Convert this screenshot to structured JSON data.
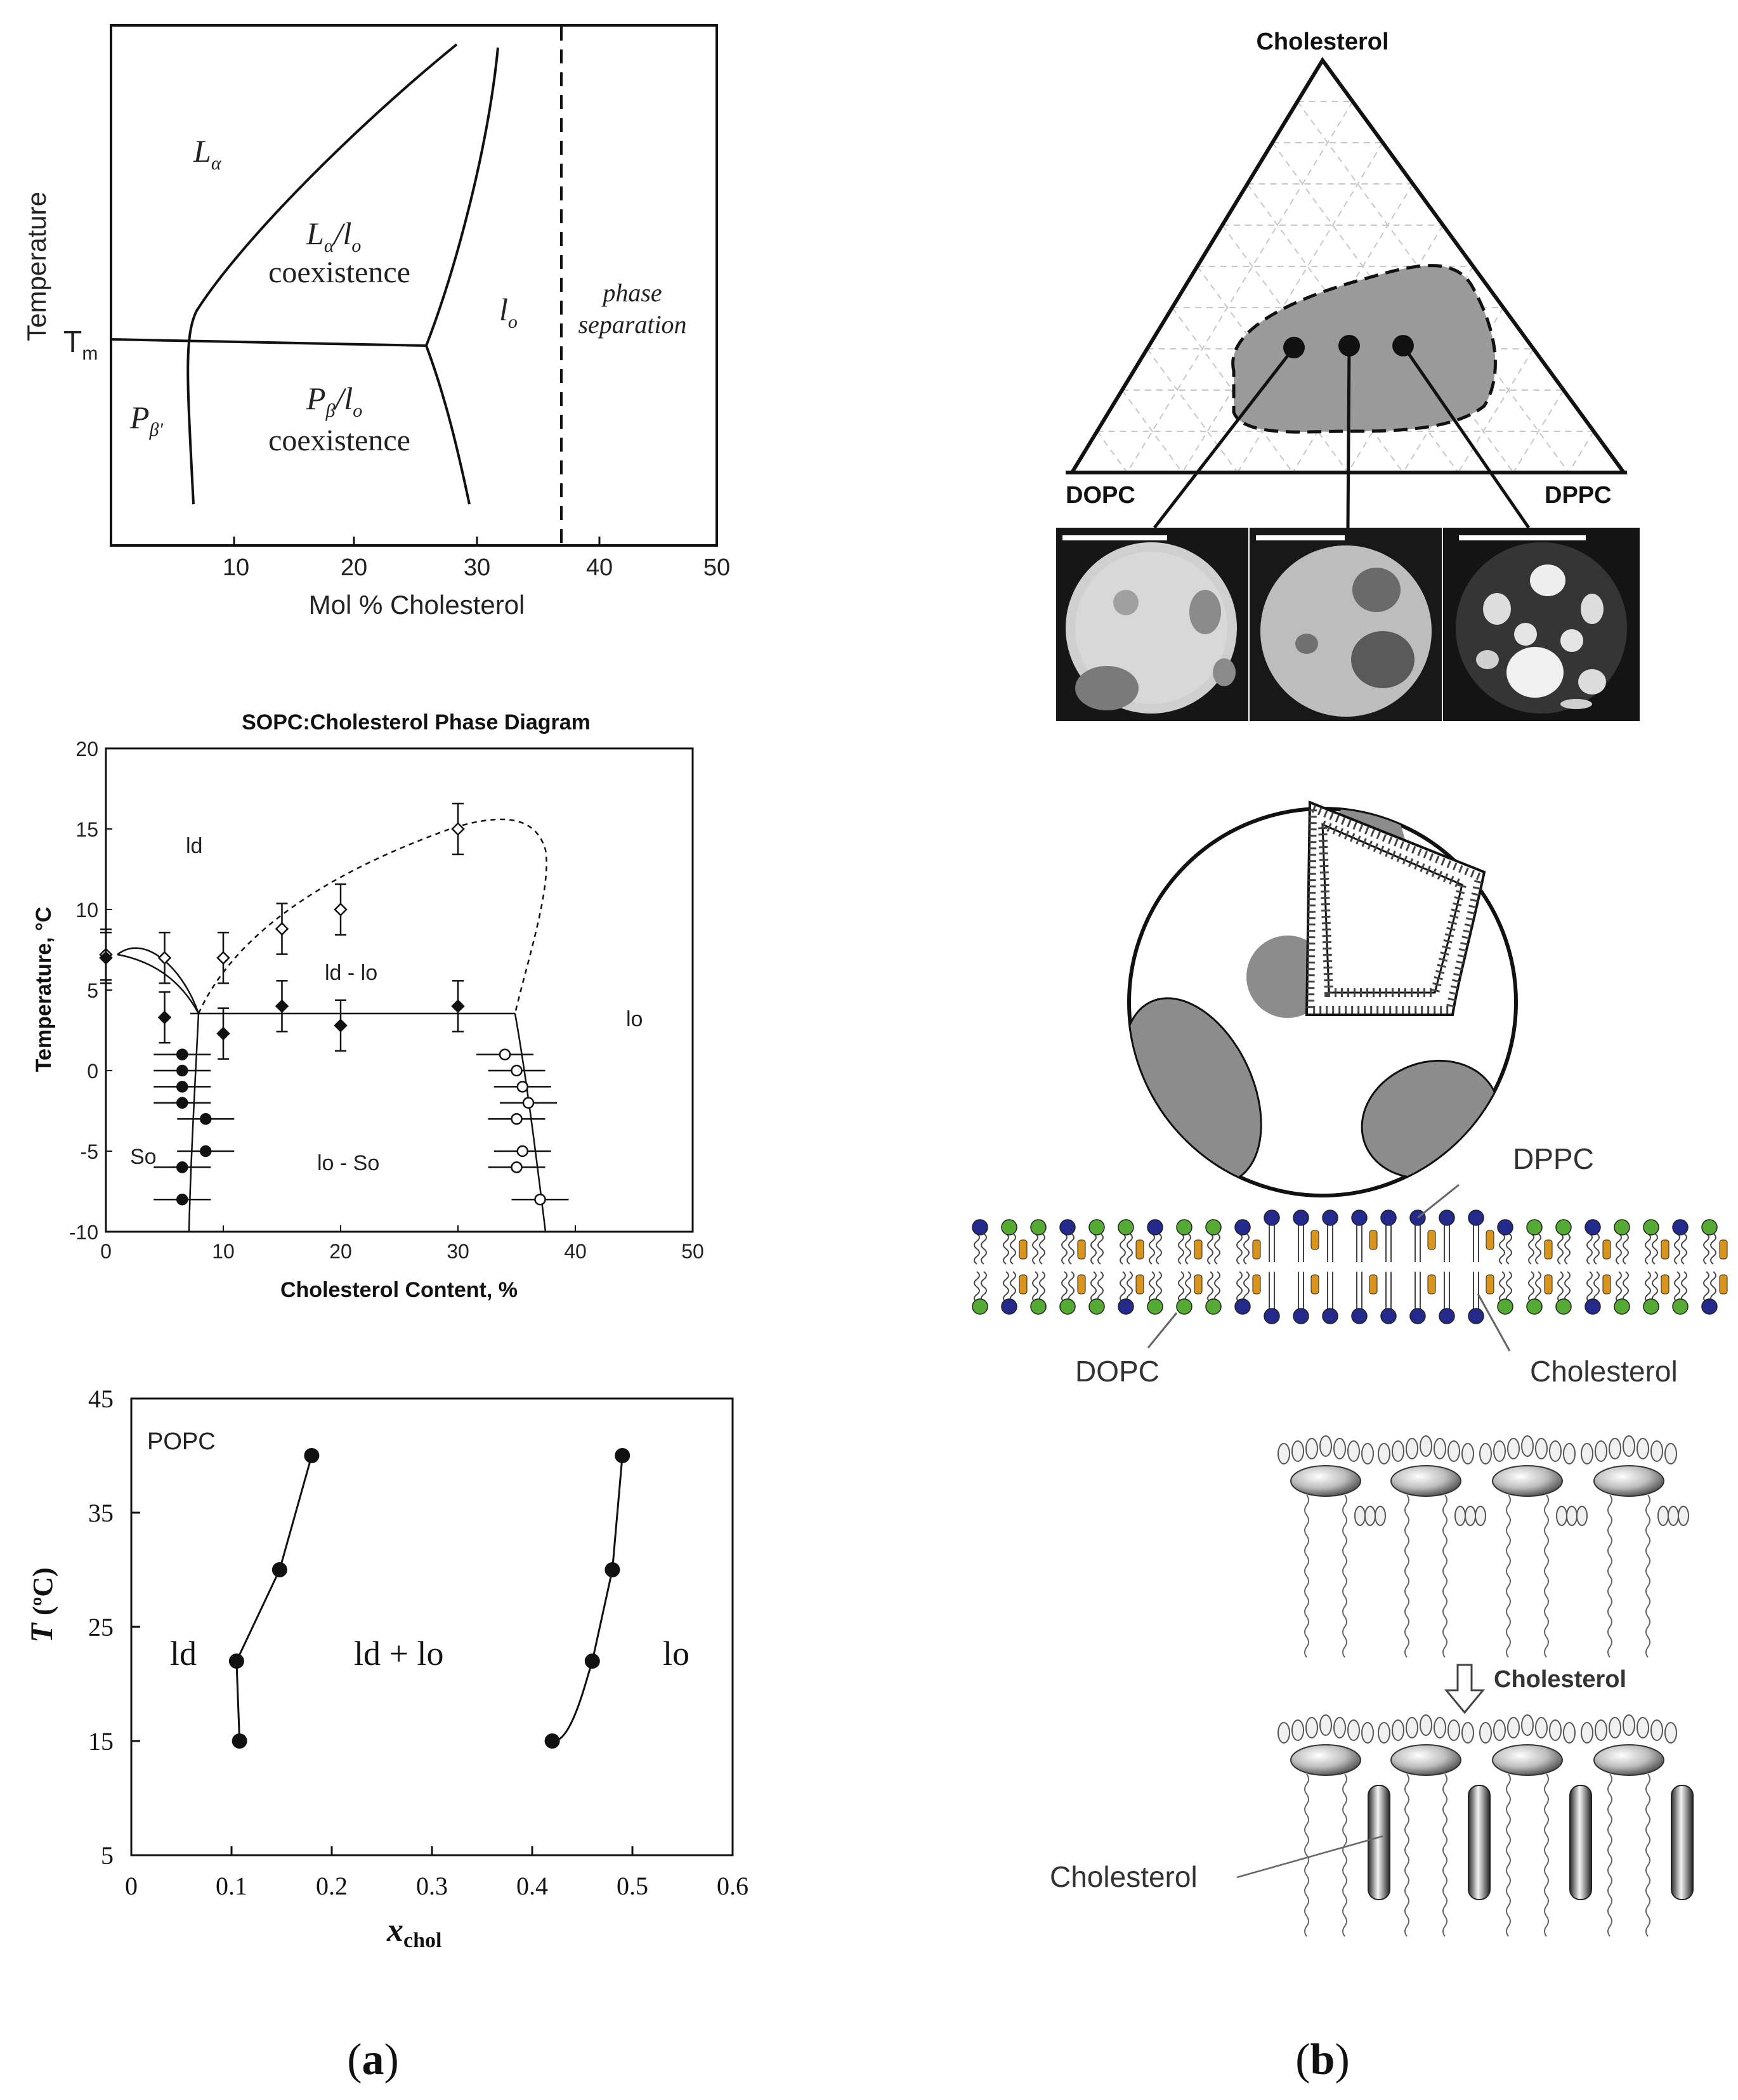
{
  "panel_labels": {
    "a": "(a)",
    "b": "(b)"
  },
  "colors": {
    "line": "#111111",
    "grid": "#c8c8c8",
    "region_fill": "#9a9a9a",
    "disk_fill": "#8c8c8c",
    "dopc": "#55aa33",
    "dppc": "#232a8c",
    "cholesterol": "#d9941c"
  },
  "fig1": {
    "ylabel": "Temperature",
    "xlabel": "Mol % Cholesterol",
    "tm_label": "Tm",
    "xticks": [
      "10",
      "20",
      "30",
      "40",
      "50"
    ],
    "regions": {
      "la": "Lα",
      "la_lo": "Lα/lo",
      "coexistence1": "coexistence",
      "lo": "lo",
      "phase": "phase",
      "separation": "separation",
      "pb": "Pβ'",
      "pb_lo": "Pβ/lo",
      "coexistence2": "coexistence"
    }
  },
  "fig2": {
    "title": "SOPC:Cholesterol Phase Diagram",
    "xlabel": "Cholesterol Content, %",
    "ylabel": "Temperature, °C",
    "xticks": [
      "0",
      "10",
      "20",
      "30",
      "40",
      "50"
    ],
    "yticks": [
      "20",
      "15",
      "10",
      "5",
      "0",
      "-5",
      "-10"
    ],
    "regions": {
      "ld": "ld",
      "ld_lo": "ld - lo",
      "lo": "lo",
      "so": "So",
      "lo_so": "lo - So"
    }
  },
  "fig3": {
    "ylabel_main": "T",
    "ylabel_unit": "(ºC)",
    "xlabel_main": "x",
    "xlabel_sub": "chol",
    "label": "POPC",
    "xticks": [
      "0",
      "0.1",
      "0.2",
      "0.3",
      "0.4",
      "0.5",
      "0.6"
    ],
    "yticks": [
      "45",
      "35",
      "25",
      "15",
      "5"
    ],
    "regions": {
      "ld": "ld",
      "ld_lo": "ld + lo",
      "lo": "lo"
    }
  },
  "chart_data": [
    {
      "type": "scatter",
      "title": "SOPC:Cholesterol Phase Diagram",
      "xlabel": "Cholesterol Content, %",
      "ylabel": "Temperature, °C",
      "xlim": [
        0,
        50
      ],
      "ylim": [
        -10,
        20
      ],
      "series": [
        {
          "values": [
            [
              0,
              7.2
            ],
            [
              5,
              7
            ],
            [
              10,
              7
            ],
            [
              15,
              8.8
            ],
            [
              20,
              10
            ],
            [
              30,
              15
            ]
          ]
        },
        {
          "values": [
            [
              0,
              7
            ],
            [
              5,
              3.3
            ],
            [
              10,
              2.3
            ],
            [
              15,
              4
            ],
            [
              20,
              2.8
            ],
            [
              30,
              4
            ]
          ]
        },
        {
          "values": [
            [
              6.5,
              1
            ],
            [
              6.5,
              0
            ],
            [
              6.5,
              -1
            ],
            [
              6.5,
              -2
            ],
            [
              8.5,
              -3
            ],
            [
              8.5,
              -5
            ],
            [
              6.5,
              -6
            ],
            [
              6.5,
              -8
            ]
          ]
        },
        {
          "values": [
            [
              34,
              1
            ],
            [
              35,
              0
            ],
            [
              35.5,
              -1
            ],
            [
              36,
              -2
            ],
            [
              35,
              -3
            ],
            [
              35.5,
              -5
            ],
            [
              35,
              -6
            ],
            [
              37,
              -8
            ]
          ]
        }
      ]
    },
    {
      "type": "line",
      "title": "POPC",
      "xlabel": "x chol",
      "ylabel": "T (ºC)",
      "xlim": [
        0,
        0.6
      ],
      "ylim": [
        5,
        45
      ],
      "series": [
        {
          "values": [
            [
              0.108,
              15
            ],
            [
              0.105,
              22
            ],
            [
              0.148,
              30
            ],
            [
              0.18,
              40
            ]
          ]
        },
        {
          "values": [
            [
              0.42,
              15
            ],
            [
              0.46,
              22
            ],
            [
              0.48,
              30
            ],
            [
              0.49,
              40
            ]
          ]
        }
      ]
    }
  ],
  "triangle": {
    "top": "Cholesterol",
    "left": "DOPC",
    "right": "DPPC"
  },
  "bilayer": {
    "dppc": "DPPC",
    "dopc": "DOPC",
    "cholesterol": "Cholesterol"
  },
  "condensing": {
    "arrow_label": "Cholesterol",
    "cholesterol_label": "Cholesterol"
  }
}
